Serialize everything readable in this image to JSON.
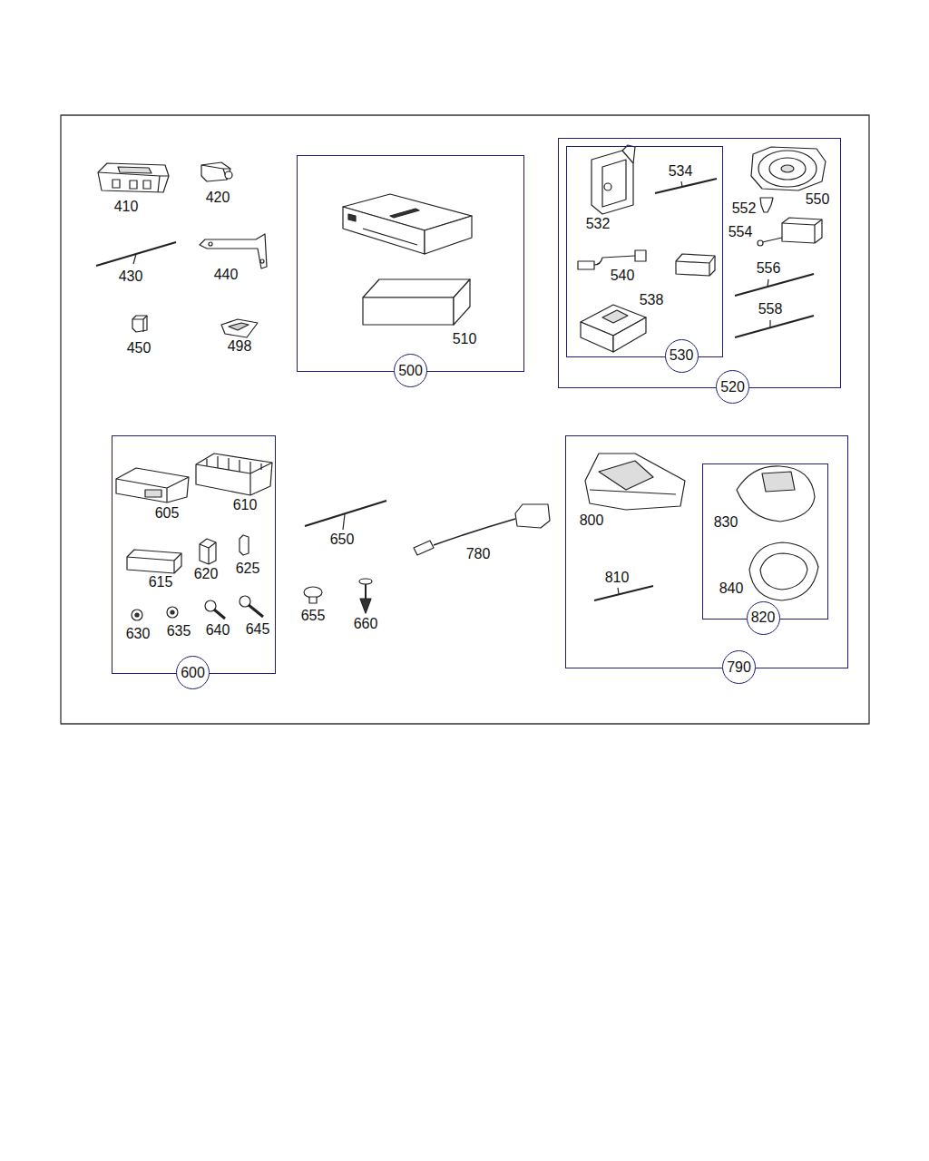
{
  "diagram": {
    "nodes": [
      {
        "text": [
          "500"
        ]
      },
      {
        "text": [
          "520"
        ]
      },
      {
        "text": [
          "530"
        ],
        "in": 1
      },
      {
        "text": [
          "600"
        ]
      },
      {
        "text": [
          "790"
        ]
      },
      {
        "text": [
          "820"
        ],
        "in": 4
      }
    ],
    "labels": [
      "410",
      "420",
      "430",
      "440",
      "450",
      "498",
      "510",
      "532",
      "534",
      "538",
      "540",
      "550",
      "552",
      "554",
      "556",
      "558",
      "605",
      "610",
      "615",
      "620",
      "625",
      "630",
      "635",
      "640",
      "645",
      "650",
      "655",
      "660",
      "780",
      "800",
      "810",
      "830",
      "840"
    ]
  }
}
